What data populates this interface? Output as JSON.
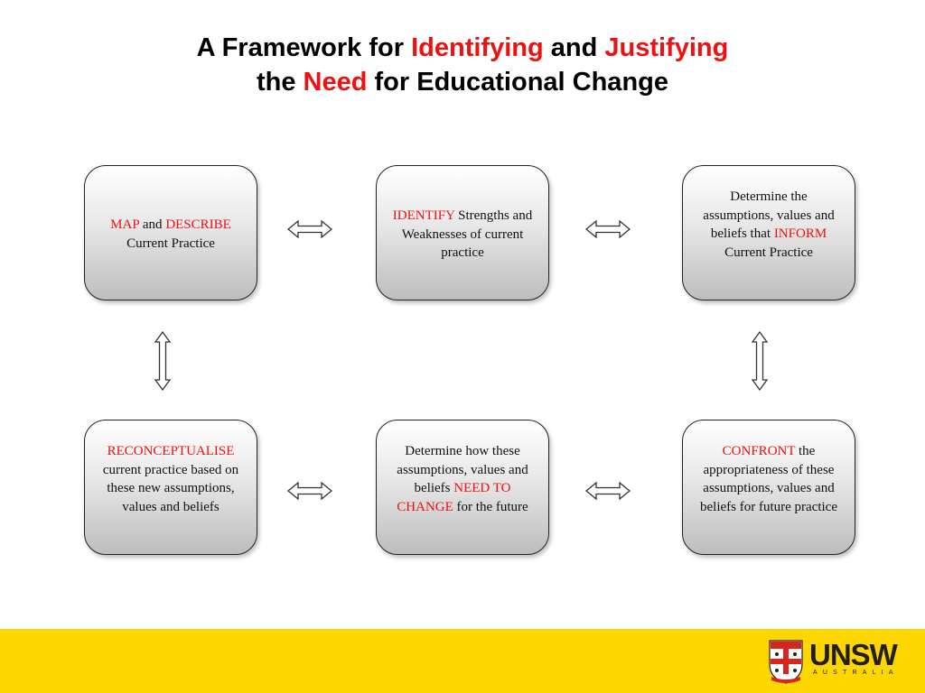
{
  "title": {
    "line1": {
      "a": "A Framework for ",
      "b": "Identifying",
      "c": " and ",
      "d": "Justifying"
    },
    "line2": {
      "a": "the ",
      "b": "Need",
      "c": " for Educational Change"
    }
  },
  "boxes": {
    "map": {
      "w1": "MAP",
      "w2": " and ",
      "w3": "DESCRIBE",
      "w4": "Current Practice"
    },
    "identify": {
      "w1": "IDENTIFY",
      "w2": " Strengths and Weaknesses of current practice"
    },
    "inform": {
      "w1": "Determine the assumptions, values and beliefs that ",
      "w2": "INFORM",
      "w3": " Current Practice"
    },
    "reconceptualise": {
      "w1": "RECONCEPTUALISE",
      "w2": "current practice based on these new assumptions, values and beliefs"
    },
    "need_to_change": {
      "w1": "Determine how these assumptions, values and beliefs ",
      "w2": "NEED TO CHANGE",
      "w3": " for the future"
    },
    "confront": {
      "w1": "CONFRONT",
      "w2": " the appropriateness of these assumptions, values and beliefs for future practice"
    }
  },
  "logo": {
    "word": "UNSW",
    "sub": "AUSTRALIA"
  },
  "colors": {
    "accent_red": "#ee1111",
    "footer_yellow": "#fdd600"
  }
}
